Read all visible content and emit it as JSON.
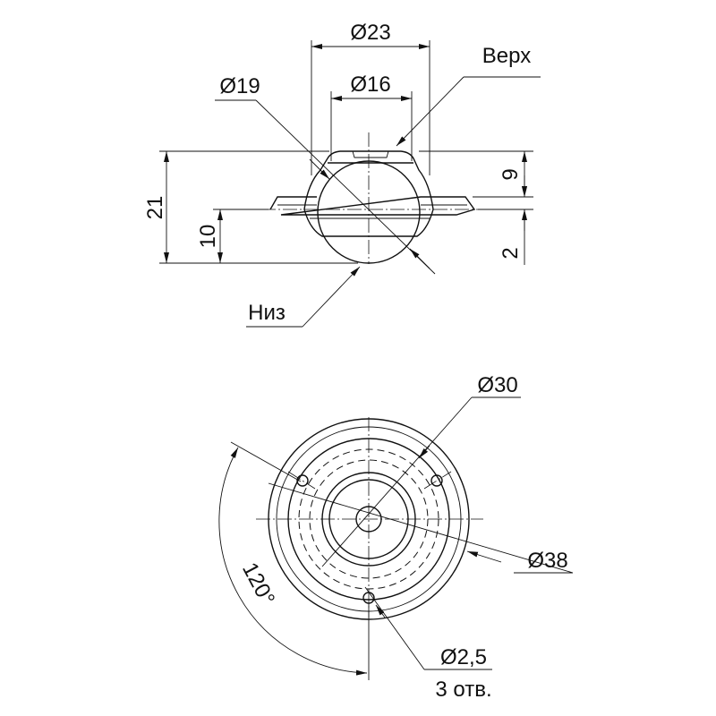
{
  "labels": {
    "d23": "Ø23",
    "d19": "Ø19",
    "d16": "Ø16",
    "top": "Верх",
    "bottom": "Низ",
    "h21": "21",
    "h10": "10",
    "h9": "9",
    "h2": "2",
    "d30": "Ø30",
    "d38": "Ø38",
    "angle": "120°",
    "hole_d": "Ø2,5",
    "hole_count": "3 отв."
  }
}
